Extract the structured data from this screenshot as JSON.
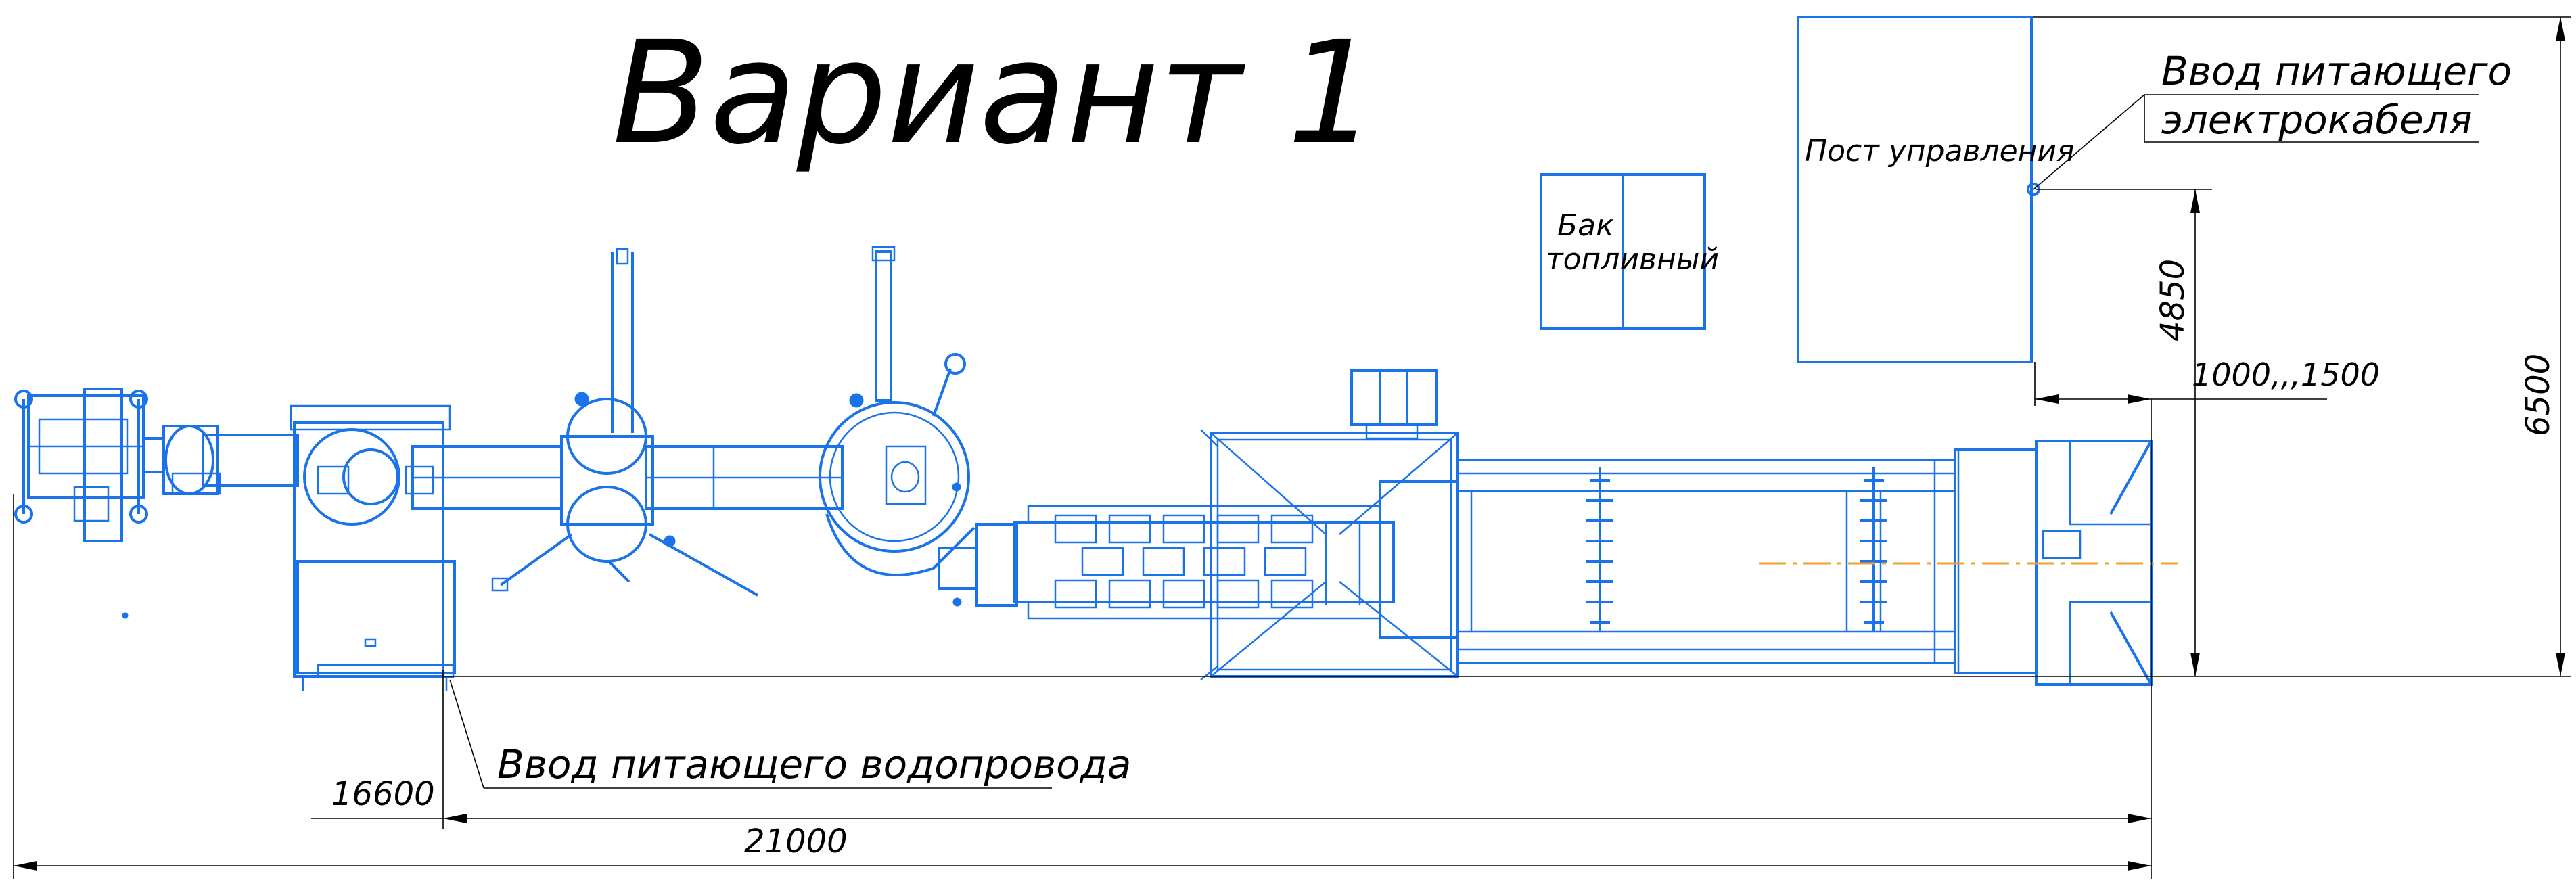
{
  "title": "Вариант 1",
  "labels": {
    "control_post": "Пост управления",
    "fuel_tank_line1": "Бак",
    "fuel_tank_line2": "топливный",
    "power_cable_line1": "Ввод питающего",
    "power_cable_line2": "электрокабеля",
    "water_supply": "Ввод питающего водопровода"
  },
  "dimensions": {
    "dim_16600": "16600",
    "dim_21000": "21000",
    "dim_4850": "4850",
    "dim_1000_1500": "1000,,,1500",
    "dim_6500": "6500"
  },
  "colors": {
    "equipment": "#1a73e8",
    "annotation": "#000000",
    "axis": "#f0a030"
  }
}
